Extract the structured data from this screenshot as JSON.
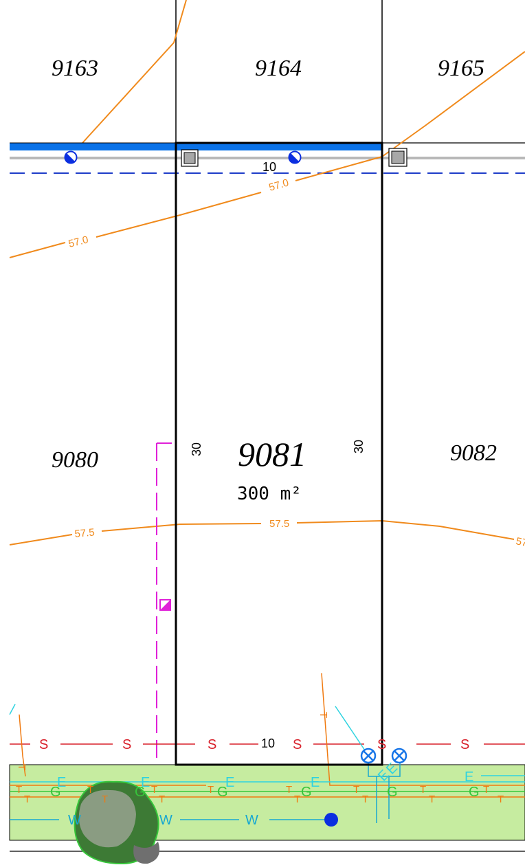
{
  "parcels": {
    "main": {
      "id": "9081",
      "area": "300 m²",
      "frontage": "10",
      "rear": "10",
      "depth_left": "30",
      "depth_right": "30"
    },
    "neighbors": [
      "9163",
      "9164",
      "9165",
      "9080",
      "9082"
    ]
  },
  "contours": {
    "upper": "57.0",
    "lower": "57.5",
    "lower_edge": "57.5"
  },
  "service_letters": {
    "sewer": "S",
    "water": "W",
    "gas": "G",
    "electric": "E",
    "telecom": "T"
  },
  "colors": {
    "contour": "#f08a1c",
    "parcel": "#000000",
    "sewer": "#d8202a",
    "water": "#18a8d0",
    "gas": "#36c63a",
    "electric": "#2fd3e0",
    "telecom": "#f07a10",
    "easement": "#e020d8",
    "road_strip": "#c6eca0",
    "water_main": "#0a72e8",
    "hydrant": "#0a2ee0"
  }
}
